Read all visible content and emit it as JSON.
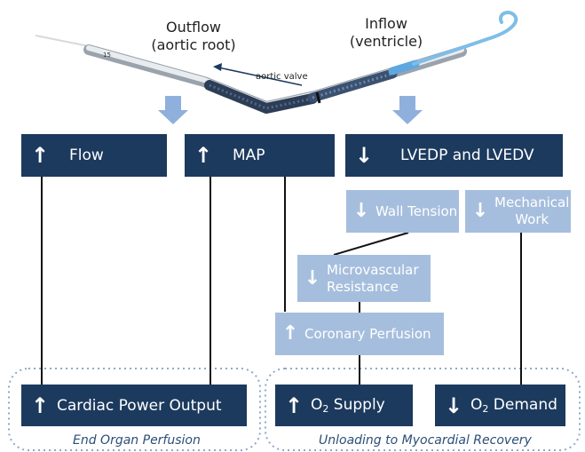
{
  "device": {
    "outflow_line1": "Outflow",
    "outflow_line2": "(aortic root)",
    "inflow_line1": "Inflow",
    "inflow_line2": "(ventricle)",
    "valve_label": "aortic valve",
    "marker_label": "15"
  },
  "boxes": {
    "flow": "Flow",
    "map": "MAP",
    "lvedp": "LVEDP and LVEDV",
    "wall_tension": "Wall Tension",
    "mech_work_1": "Mechanical",
    "mech_work_2": "Work",
    "micro_1": "Microvascular",
    "micro_2": "Resistance",
    "coronary": "Coronary Perfusion",
    "cpo": "Cardiac Power Output",
    "o2_supply_pre": "O",
    "o2_supply_sub": "2",
    "o2_supply_post": " Supply",
    "o2_demand_pre": "O",
    "o2_demand_sub": "2",
    "o2_demand_post": " Demand"
  },
  "groups": {
    "end_organ": "End Organ Perfusion",
    "unloading": "Unloading to Myocardial Recovery"
  },
  "arrows": {
    "up": "↑",
    "down": "↓"
  },
  "colors": {
    "dark_box": "#1c3a5e",
    "light_box": "#a6bedd",
    "group_border": "#8fa8c7",
    "caption": "#2b4e78",
    "pointer_arrow": "#8fb0dc"
  }
}
